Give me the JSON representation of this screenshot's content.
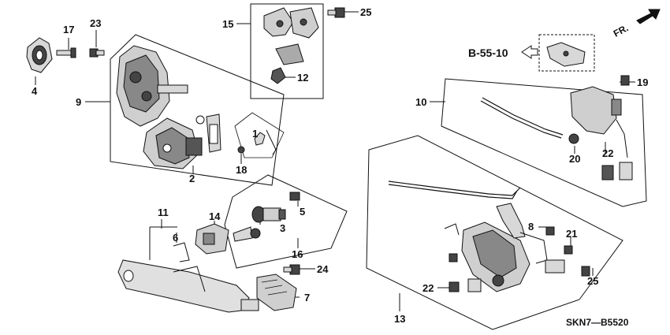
{
  "diagram": {
    "callouts": [
      "1",
      "2",
      "3",
      "4",
      "5",
      "6",
      "7",
      "8",
      "9",
      "10",
      "11",
      "12",
      "13",
      "14",
      "15",
      "16",
      "17",
      "18",
      "19",
      "20",
      "21",
      "22",
      "22",
      "23",
      "24",
      "25",
      "25"
    ],
    "reference": "B-55-10",
    "front_marker": "FR.",
    "diagram_code": "SKN7—B5520"
  },
  "colors": {
    "ink": "#111111",
    "part_fill": "#d8d8d8",
    "dark_fill": "#444444",
    "background": "#ffffff"
  },
  "icons": {
    "front_arrow": "arrow-right-icon",
    "ref_arrow": "hollow-arrow-left-icon"
  }
}
